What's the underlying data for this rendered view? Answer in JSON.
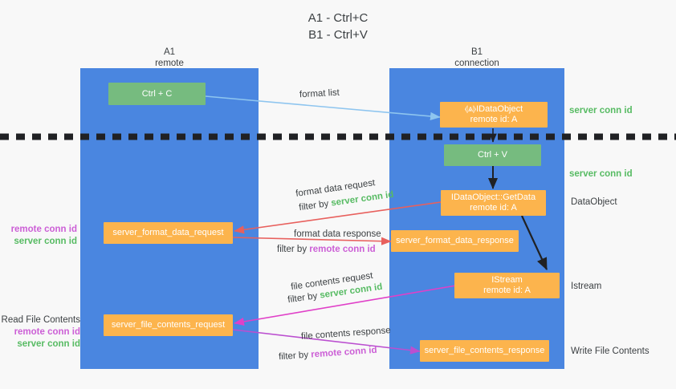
{
  "title": {
    "line1": "A1 - Ctrl+C",
    "line2": "B1 - Ctrl+V"
  },
  "colors": {
    "lane": "#4a86e0",
    "green_box": "#76bb7f",
    "orange_box": "#fcb44d",
    "server_conn_id": "#57bb63",
    "remote_conn_id": "#cc5fd6",
    "arrow_blue": "#8ec5ef",
    "arrow_red": "#e8605d",
    "arrow_purple": "#bb4fd0",
    "arrow_magenta": "#e040c8",
    "arrow_dark": "#202124",
    "background": "#f8f8f8"
  },
  "lanes": [
    {
      "name": "A1",
      "sub": "remote"
    },
    {
      "name": "B1",
      "sub": "connection"
    }
  ],
  "boxes": {
    "ctrl_c": {
      "line1": "Ctrl + C"
    },
    "ctrl_v": {
      "line1": "Ctrl + V"
    },
    "idataobject": {
      "line1": "⦉⩓⦊IDataObject",
      "line2": "remote id: A"
    },
    "getdata": {
      "line1": "IDataObject::GetData",
      "line2": "remote id: A"
    },
    "istream": {
      "line1": "IStream",
      "line2": "remote id: A"
    },
    "server_format_data_request": {
      "line1": "server_format_data_request"
    },
    "server_format_data_response": {
      "line1": "server_format_data_response"
    },
    "server_file_contents_request": {
      "line1": "server_file_contents_request"
    },
    "server_file_contents_response": {
      "line1": "server_file_contents_response"
    }
  },
  "arrow_labels": {
    "format_list": "format list",
    "format_data_request": "format data request",
    "format_data_request_filter_prefix": "filter by",
    "format_data_request_filter_value": "server conn id",
    "format_data_response": "format data response",
    "format_data_response_filter_prefix": "filter by",
    "format_data_response_filter_value": "remote conn id",
    "file_contents_request": "file contents request",
    "file_contents_request_filter_prefix": "filter by",
    "file_contents_request_filter_value": "server conn id",
    "file_contents_response": "file contents response",
    "file_contents_response_filter_prefix": "filter by",
    "file_contents_response_filter_value": "remote conn id"
  },
  "right_labels": {
    "server_conn_id_top": "server conn id",
    "server_conn_id_second": "server conn id",
    "dataobject": "DataObject",
    "istream": "Istream",
    "write_file_contents": "Write File Contents"
  },
  "left_labels": {
    "remote_conn_id_1": "remote conn id",
    "server_conn_id_1": "server conn id",
    "read_file_contents": "Read File Contents",
    "remote_conn_id_2": "remote conn id",
    "server_conn_id_2": "server conn id"
  }
}
